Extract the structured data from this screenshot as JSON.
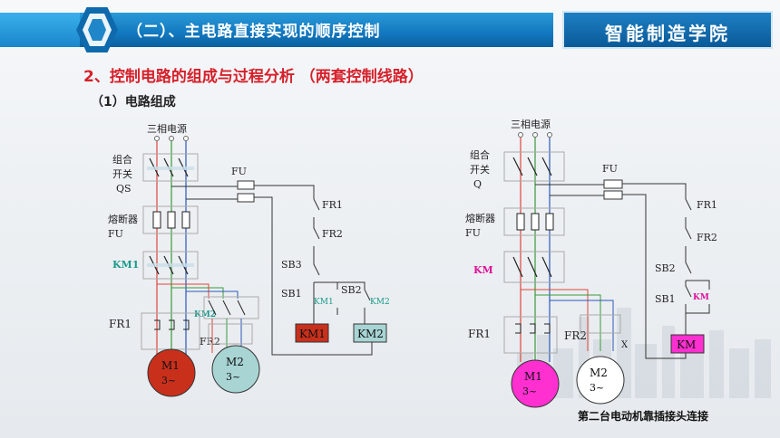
{
  "header": {
    "title": "（二）、主电路直接实现的顺序控制",
    "badge": "智能制造学院"
  },
  "section_title": "2、控制电路的组成与过程分析 （两套控制线路）",
  "subsection_title": "（1）电路组成",
  "left_circuit": {
    "source": "三相电源",
    "switch_label_1": "组合",
    "switch_label_2": "开关",
    "switch_code": "QS",
    "fuse_label": "熔断器",
    "fuse_code": "FU",
    "fu_top": "FU",
    "km1": "KM1",
    "km2": "KM2",
    "fr1": "FR1",
    "fr2": "FR2",
    "motor1_line1": "M1",
    "motor1_line2": "3~",
    "motor2_line1": "M2",
    "motor2_line2": "3~",
    "ctrl_fr1": "FR1",
    "ctrl_fr2": "FR2",
    "sb3": "SB3",
    "sb1": "SB1",
    "sb2": "SB2",
    "ctrl_km1": "KM1",
    "ctrl_km2": "KM2",
    "coil_km1": "KM1",
    "coil_km2": "KM2"
  },
  "right_circuit": {
    "source": "三相电源",
    "switch_label_1": "组合",
    "switch_label_2": "开关",
    "switch_code": "Q",
    "fuse_label": "熔断器",
    "fuse_code": "FU",
    "fu_top": "FU",
    "km": "KM",
    "fr1": "FR1",
    "fr2": "FR2",
    "x": "X",
    "motor1_line1": "M1",
    "motor1_line2": "3~",
    "motor2_line1": "M2",
    "motor2_line2": "3~",
    "ctrl_fr1": "FR1",
    "ctrl_fr2": "FR2",
    "sb2": "SB2",
    "sb1": "SB1",
    "ctrl_km": "KM",
    "coil_km": "KM",
    "note": "第二台电动机靠插接头连接"
  },
  "colors": {
    "accent_blue": "#1278bf",
    "title_red": "#d6212b",
    "km_green": "#1a9a8a",
    "km_magenta": "#e0109c",
    "motor1_left": "#c8301c",
    "motor2_left": "#a8d4d4",
    "motor1_right": "#ff2fd0",
    "coil_red": "#c8301c",
    "coil_teal": "#a8d4d4",
    "coil_magenta": "#ff2fd0"
  }
}
